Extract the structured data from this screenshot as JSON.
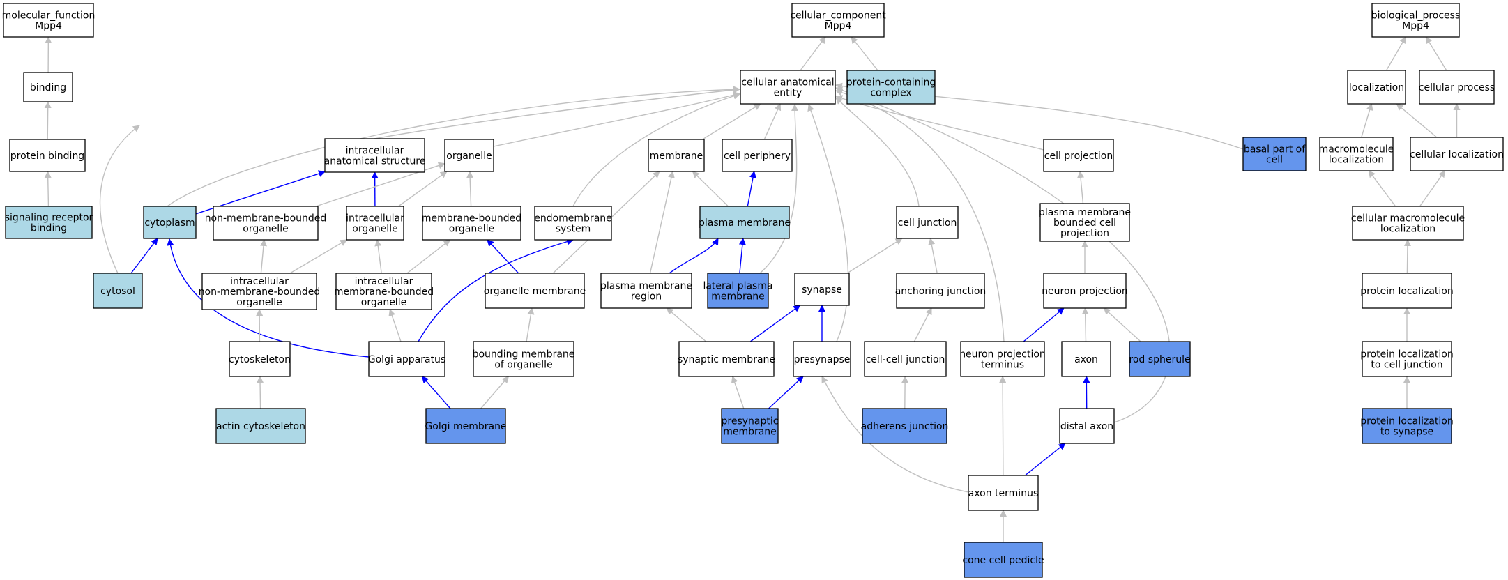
{
  "colors": {
    "highlight": "#0000ff",
    "muted": "#c0c0c0",
    "fill_white": "#ffffff",
    "fill_light": "#add8e6",
    "fill_dark": "#6495ed"
  },
  "nodes": [
    {
      "id": "mf",
      "lines": [
        "molecular_function",
        "Mpp4"
      ],
      "fill": "white"
    },
    {
      "id": "binding",
      "lines": [
        "binding"
      ],
      "fill": "white"
    },
    {
      "id": "protein_binding",
      "lines": [
        "protein binding"
      ],
      "fill": "white"
    },
    {
      "id": "srb",
      "lines": [
        "signaling receptor",
        "binding"
      ],
      "fill": "light"
    },
    {
      "id": "cc",
      "lines": [
        "cellular_component",
        "Mpp4"
      ],
      "fill": "white"
    },
    {
      "id": "cae",
      "lines": [
        "cellular anatomical",
        "entity"
      ],
      "fill": "white"
    },
    {
      "id": "pcc",
      "lines": [
        "protein-containing",
        "complex"
      ],
      "fill": "light"
    },
    {
      "id": "ias",
      "lines": [
        "intracellular",
        "anatomical structure"
      ],
      "fill": "white"
    },
    {
      "id": "organelle",
      "lines": [
        "organelle"
      ],
      "fill": "white"
    },
    {
      "id": "membrane",
      "lines": [
        "membrane"
      ],
      "fill": "white"
    },
    {
      "id": "cell_periphery",
      "lines": [
        "cell periphery"
      ],
      "fill": "white"
    },
    {
      "id": "cell_projection",
      "lines": [
        "cell projection"
      ],
      "fill": "white"
    },
    {
      "id": "basal",
      "lines": [
        "basal part of",
        "cell"
      ],
      "fill": "dark"
    },
    {
      "id": "cytoplasm",
      "lines": [
        "cytoplasm"
      ],
      "fill": "light"
    },
    {
      "id": "nmbo",
      "lines": [
        "non-membrane-bounded",
        "organelle"
      ],
      "fill": "white"
    },
    {
      "id": "io",
      "lines": [
        "intracellular",
        "organelle"
      ],
      "fill": "white"
    },
    {
      "id": "mbo",
      "lines": [
        "membrane-bounded",
        "organelle"
      ],
      "fill": "white"
    },
    {
      "id": "endo",
      "lines": [
        "endomembrane",
        "system"
      ],
      "fill": "white"
    },
    {
      "id": "plasma_membrane",
      "lines": [
        "plasma membrane"
      ],
      "fill": "light"
    },
    {
      "id": "cell_junction",
      "lines": [
        "cell junction"
      ],
      "fill": "white"
    },
    {
      "id": "pmbcp",
      "lines": [
        "plasma membrane",
        "bounded cell",
        "projection"
      ],
      "fill": "white"
    },
    {
      "id": "cytosol",
      "lines": [
        "cytosol"
      ],
      "fill": "light"
    },
    {
      "id": "inmbo",
      "lines": [
        "intracellular",
        "non-membrane-bounded",
        "organelle"
      ],
      "fill": "white"
    },
    {
      "id": "imbo",
      "lines": [
        "intracellular",
        "membrane-bounded",
        "organelle"
      ],
      "fill": "white"
    },
    {
      "id": "org_membrane",
      "lines": [
        "organelle membrane"
      ],
      "fill": "white"
    },
    {
      "id": "pmr",
      "lines": [
        "plasma membrane",
        "region"
      ],
      "fill": "white"
    },
    {
      "id": "lpm",
      "lines": [
        "lateral plasma",
        "membrane"
      ],
      "fill": "dark"
    },
    {
      "id": "synapse",
      "lines": [
        "synapse"
      ],
      "fill": "white"
    },
    {
      "id": "anchoring",
      "lines": [
        "anchoring junction"
      ],
      "fill": "white"
    },
    {
      "id": "neuron_projection",
      "lines": [
        "neuron projection"
      ],
      "fill": "white"
    },
    {
      "id": "cytoskeleton",
      "lines": [
        "cytoskeleton"
      ],
      "fill": "white"
    },
    {
      "id": "golgi",
      "lines": [
        "Golgi apparatus"
      ],
      "fill": "white"
    },
    {
      "id": "bmo",
      "lines": [
        "bounding membrane",
        "of organelle"
      ],
      "fill": "white"
    },
    {
      "id": "syn_membrane",
      "lines": [
        "synaptic membrane"
      ],
      "fill": "white"
    },
    {
      "id": "presynapse",
      "lines": [
        "presynapse"
      ],
      "fill": "white"
    },
    {
      "id": "ccj",
      "lines": [
        "cell-cell junction"
      ],
      "fill": "white"
    },
    {
      "id": "npt",
      "lines": [
        "neuron projection",
        "terminus"
      ],
      "fill": "white"
    },
    {
      "id": "axon",
      "lines": [
        "axon"
      ],
      "fill": "white"
    },
    {
      "id": "rod",
      "lines": [
        "rod spherule"
      ],
      "fill": "dark"
    },
    {
      "id": "actin",
      "lines": [
        "actin cytoskeleton"
      ],
      "fill": "light"
    },
    {
      "id": "golgi_membrane",
      "lines": [
        "Golgi membrane"
      ],
      "fill": "dark"
    },
    {
      "id": "presyn_membrane",
      "lines": [
        "presynaptic",
        "membrane"
      ],
      "fill": "dark"
    },
    {
      "id": "adherens",
      "lines": [
        "adherens junction"
      ],
      "fill": "dark"
    },
    {
      "id": "distal_axon",
      "lines": [
        "distal axon"
      ],
      "fill": "white"
    },
    {
      "id": "axon_terminus",
      "lines": [
        "axon terminus"
      ],
      "fill": "white"
    },
    {
      "id": "cone",
      "lines": [
        "cone cell pedicle"
      ],
      "fill": "dark"
    },
    {
      "id": "bp",
      "lines": [
        "biological_process",
        "Mpp4"
      ],
      "fill": "white"
    },
    {
      "id": "localization",
      "lines": [
        "localization"
      ],
      "fill": "white"
    },
    {
      "id": "cellular_process",
      "lines": [
        "cellular process"
      ],
      "fill": "white"
    },
    {
      "id": "macro_loc",
      "lines": [
        "macromolecule",
        "localization"
      ],
      "fill": "white"
    },
    {
      "id": "cell_loc",
      "lines": [
        "cellular localization"
      ],
      "fill": "white"
    },
    {
      "id": "cml",
      "lines": [
        "cellular macromolecule",
        "localization"
      ],
      "fill": "white"
    },
    {
      "id": "prot_loc",
      "lines": [
        "protein localization"
      ],
      "fill": "white"
    },
    {
      "id": "pl_cj",
      "lines": [
        "protein localization",
        "to cell junction"
      ],
      "fill": "white"
    },
    {
      "id": "pl_syn",
      "lines": [
        "protein localization",
        "to synapse"
      ],
      "fill": "dark"
    }
  ],
  "edges": [
    {
      "from": "binding",
      "to": "mf",
      "style": "muted"
    },
    {
      "from": "protein_binding",
      "to": "binding",
      "style": "muted"
    },
    {
      "from": "srb",
      "to": "protein_binding",
      "style": "muted"
    },
    {
      "from": "cae",
      "to": "cc",
      "style": "muted"
    },
    {
      "from": "pcc",
      "to": "cc",
      "style": "muted"
    },
    {
      "from": "ias",
      "to": "cae",
      "style": "muted"
    },
    {
      "from": "organelle",
      "to": "cae",
      "style": "muted"
    },
    {
      "from": "membrane",
      "to": "cae",
      "style": "muted"
    },
    {
      "from": "cell_periphery",
      "to": "cae",
      "style": "muted"
    },
    {
      "from": "cell_projection",
      "to": "cae",
      "style": "muted"
    },
    {
      "from": "basal",
      "to": "cae",
      "style": "muted"
    },
    {
      "from": "cytoplasm",
      "to": "cae",
      "style": "muted"
    },
    {
      "from": "cytosol",
      "to": "cae",
      "style": "muted"
    },
    {
      "from": "endo",
      "to": "cae",
      "style": "muted"
    },
    {
      "from": "lpm",
      "to": "cae",
      "style": "muted"
    },
    {
      "from": "cell_junction",
      "to": "cae",
      "style": "muted"
    },
    {
      "from": "presynapse",
      "to": "cae",
      "style": "muted"
    },
    {
      "from": "npt",
      "to": "cae",
      "style": "muted"
    },
    {
      "from": "distal_axon",
      "to": "cae",
      "style": "muted"
    },
    {
      "from": "cytoplasm",
      "to": "ias",
      "style": "highlight"
    },
    {
      "from": "io",
      "to": "ias",
      "style": "highlight"
    },
    {
      "from": "nmbo",
      "to": "organelle",
      "style": "muted"
    },
    {
      "from": "io",
      "to": "organelle",
      "style": "muted"
    },
    {
      "from": "mbo",
      "to": "organelle",
      "style": "muted"
    },
    {
      "from": "plasma_membrane",
      "to": "membrane",
      "style": "muted"
    },
    {
      "from": "org_membrane",
      "to": "membrane",
      "style": "muted"
    },
    {
      "from": "pmr",
      "to": "membrane",
      "style": "muted"
    },
    {
      "from": "plasma_membrane",
      "to": "cell_periphery",
      "style": "highlight"
    },
    {
      "from": "pmbcp",
      "to": "cell_projection",
      "style": "muted"
    },
    {
      "from": "cytosol",
      "to": "cytoplasm",
      "style": "highlight"
    },
    {
      "from": "golgi",
      "to": "cytoplasm",
      "style": "highlight"
    },
    {
      "from": "inmbo",
      "to": "nmbo",
      "style": "muted"
    },
    {
      "from": "inmbo",
      "to": "io",
      "style": "muted"
    },
    {
      "from": "imbo",
      "to": "io",
      "style": "muted"
    },
    {
      "from": "imbo",
      "to": "mbo",
      "style": "muted"
    },
    {
      "from": "org_membrane",
      "to": "mbo",
      "style": "highlight"
    },
    {
      "from": "golgi",
      "to": "endo",
      "style": "highlight"
    },
    {
      "from": "pmr",
      "to": "plasma_membrane",
      "style": "highlight"
    },
    {
      "from": "lpm",
      "to": "plasma_membrane",
      "style": "highlight"
    },
    {
      "from": "synapse",
      "to": "cell_junction",
      "style": "muted"
    },
    {
      "from": "anchoring",
      "to": "cell_junction",
      "style": "muted"
    },
    {
      "from": "neuron_projection",
      "to": "pmbcp",
      "style": "muted"
    },
    {
      "from": "cytoskeleton",
      "to": "inmbo",
      "style": "muted"
    },
    {
      "from": "golgi",
      "to": "imbo",
      "style": "muted"
    },
    {
      "from": "bmo",
      "to": "org_membrane",
      "style": "muted"
    },
    {
      "from": "syn_membrane",
      "to": "pmr",
      "style": "muted"
    },
    {
      "from": "syn_membrane",
      "to": "synapse",
      "style": "highlight"
    },
    {
      "from": "presynapse",
      "to": "synapse",
      "style": "highlight"
    },
    {
      "from": "ccj",
      "to": "anchoring",
      "style": "muted"
    },
    {
      "from": "npt",
      "to": "neuron_projection",
      "style": "highlight"
    },
    {
      "from": "axon",
      "to": "neuron_projection",
      "style": "muted"
    },
    {
      "from": "rod",
      "to": "neuron_projection",
      "style": "muted"
    },
    {
      "from": "actin",
      "to": "cytoskeleton",
      "style": "muted"
    },
    {
      "from": "golgi_membrane",
      "to": "golgi",
      "style": "highlight"
    },
    {
      "from": "golgi_membrane",
      "to": "bmo",
      "style": "muted"
    },
    {
      "from": "presyn_membrane",
      "to": "syn_membrane",
      "style": "muted"
    },
    {
      "from": "presyn_membrane",
      "to": "presynapse",
      "style": "highlight"
    },
    {
      "from": "adherens",
      "to": "ccj",
      "style": "muted"
    },
    {
      "from": "distal_axon",
      "to": "axon",
      "style": "highlight"
    },
    {
      "from": "axon_terminus",
      "to": "presynapse",
      "style": "muted"
    },
    {
      "from": "axon_terminus",
      "to": "npt",
      "style": "muted"
    },
    {
      "from": "axon_terminus",
      "to": "distal_axon",
      "style": "highlight"
    },
    {
      "from": "cone",
      "to": "axon_terminus",
      "style": "muted"
    },
    {
      "from": "localization",
      "to": "bp",
      "style": "muted"
    },
    {
      "from": "cellular_process",
      "to": "bp",
      "style": "muted"
    },
    {
      "from": "macro_loc",
      "to": "localization",
      "style": "muted"
    },
    {
      "from": "cell_loc",
      "to": "localization",
      "style": "muted"
    },
    {
      "from": "cell_loc",
      "to": "cellular_process",
      "style": "muted"
    },
    {
      "from": "cml",
      "to": "macro_loc",
      "style": "muted"
    },
    {
      "from": "cml",
      "to": "cell_loc",
      "style": "muted"
    },
    {
      "from": "prot_loc",
      "to": "cml",
      "style": "muted"
    },
    {
      "from": "pl_cj",
      "to": "prot_loc",
      "style": "muted"
    },
    {
      "from": "pl_syn",
      "to": "pl_cj",
      "style": "muted"
    }
  ]
}
